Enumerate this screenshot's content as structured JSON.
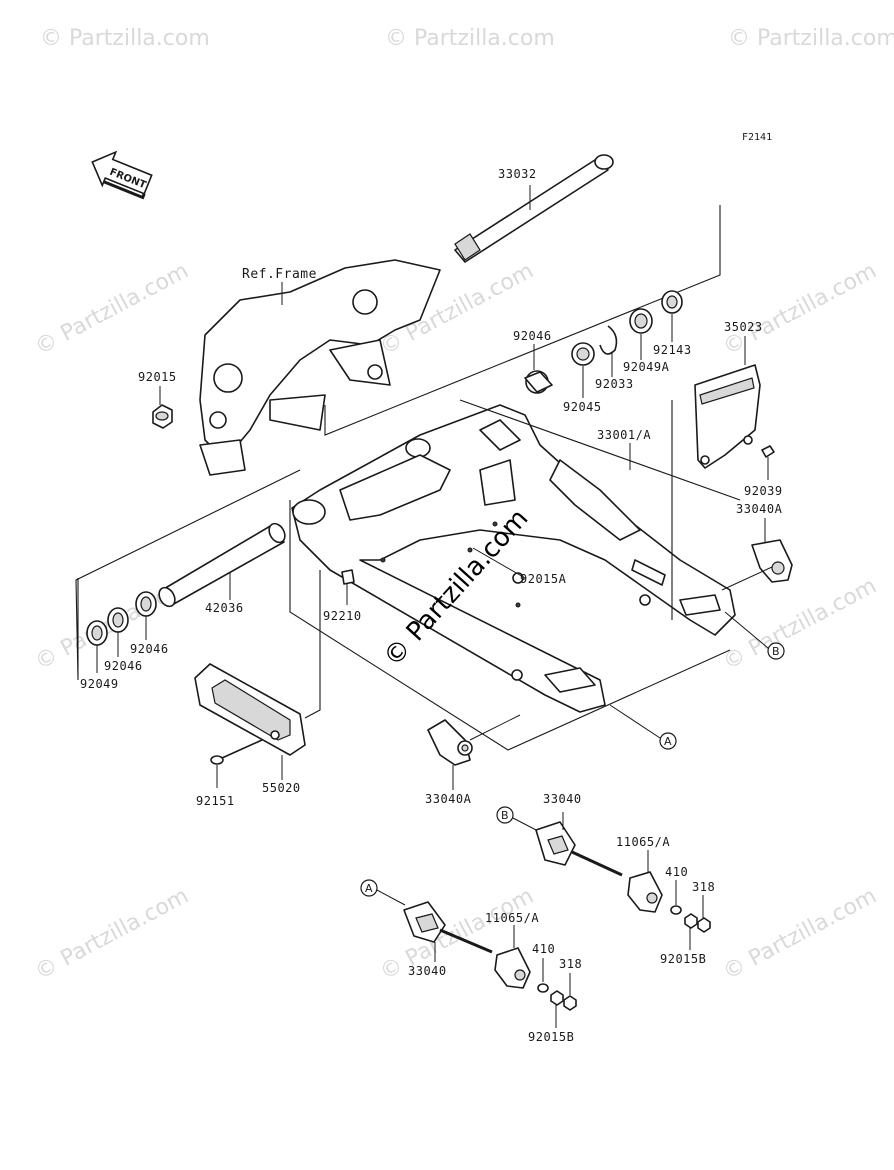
{
  "diagram_code": "F2141",
  "front_label": "FRONT",
  "ref_frame_label": "Ref.Frame",
  "watermark": "© Partzilla.com",
  "center_watermark": "© Partzilla.com",
  "callout_A": "A",
  "callout_B": "B",
  "parts": {
    "p33032": "33032",
    "p92015": "92015",
    "p92046_top": "92046",
    "p92045": "92045",
    "p92033": "92033",
    "p92049A": "92049A",
    "p92143": "92143",
    "p35023": "35023",
    "p33001A": "33001/A",
    "p92039": "92039",
    "p33040A_right": "33040A",
    "p92015A": "92015A",
    "p42036": "42036",
    "p92210": "92210",
    "p92046_mid": "92046",
    "p92046_low": "92046",
    "p92049": "92049",
    "p55020": "55020",
    "p92151": "92151",
    "p33040A_bottom": "33040A",
    "p33040_B": "33040",
    "p11065A_right": "11065/A",
    "p410_right": "410",
    "p318_right": "318",
    "p92015B_right": "92015B",
    "p33040_A": "33040",
    "p11065A_left": "11065/A",
    "p410_left": "410",
    "p318_left": "318",
    "p92015B_left": "92015B"
  }
}
